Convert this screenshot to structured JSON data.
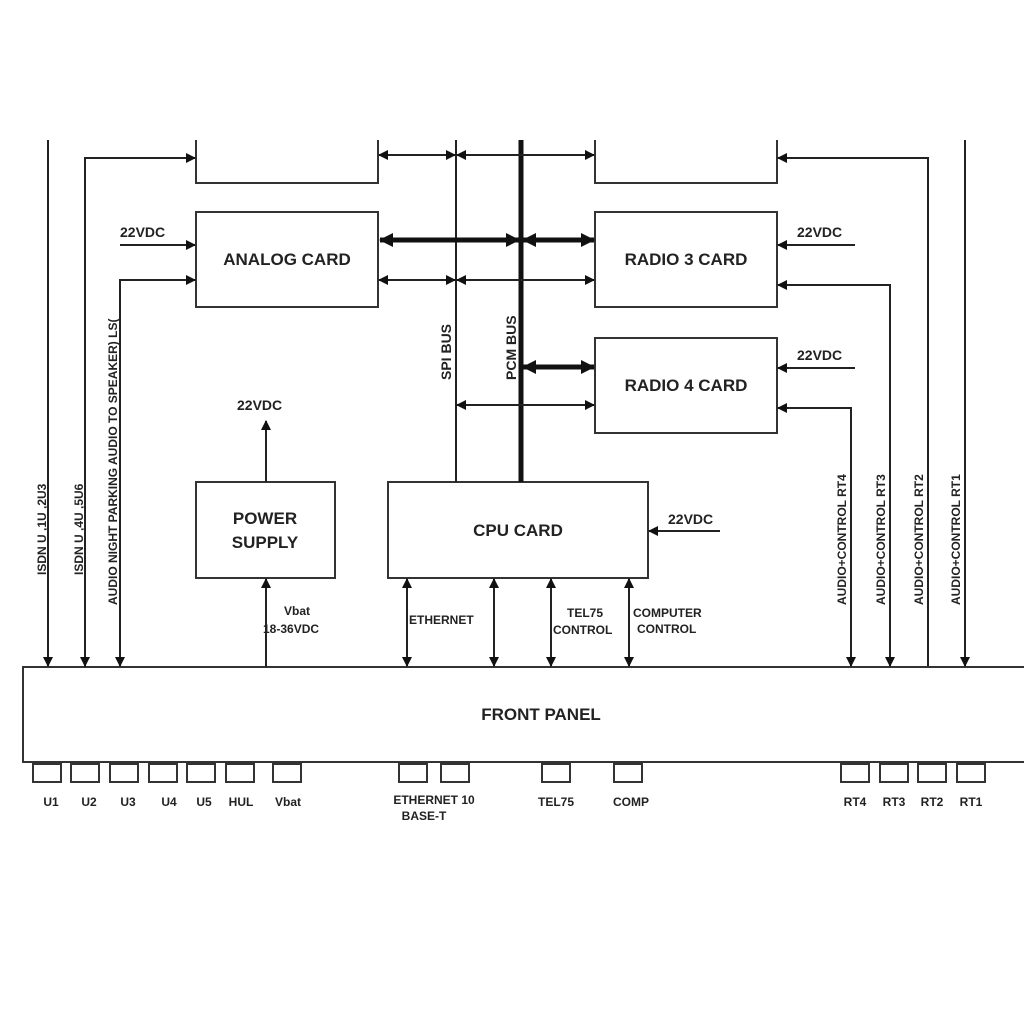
{
  "blocks": {
    "analog": "ANALOG CARD",
    "radio3": "RADIO 3 CARD",
    "radio4": "RADIO 4 CARD",
    "power_line1": "POWER",
    "power_line2": "SUPPLY",
    "cpu": "CPU CARD",
    "front_panel": "FRONT PANEL"
  },
  "buses": {
    "spi": "SPI BUS",
    "pcm": "PCM BUS"
  },
  "signals": {
    "vdc": "22VDC",
    "isdn1": "ISDN U ,1U ,2U3",
    "isdn2": "ISDN U ,4U ,5U6",
    "audio_left": "AUDIO NIGHT PARKING   AUDIO TO SPEAKER) LS(",
    "rt4": "AUDIO+CONTROL RT4",
    "rt3": "AUDIO+CONTROL RT3",
    "rt2": "AUDIO+CONTROL RT2",
    "rt1": "AUDIO+CONTROL RT1",
    "vbat": "Vbat",
    "vbat_range": "18-36VDC",
    "ethernet": "ETHERNET",
    "tel75_1": "TEL75",
    "tel75_2": "CONTROL",
    "comp_1": "COMPUTER",
    "comp_2": "CONTROL"
  },
  "connectors": [
    "U1",
    "U2",
    "U3",
    "U4",
    "U5",
    "HUL",
    "Vbat",
    "ETHERNET 10",
    "BASE-T",
    "TEL75",
    "COMP",
    "RT4",
    "RT3",
    "RT2",
    "RT1"
  ]
}
